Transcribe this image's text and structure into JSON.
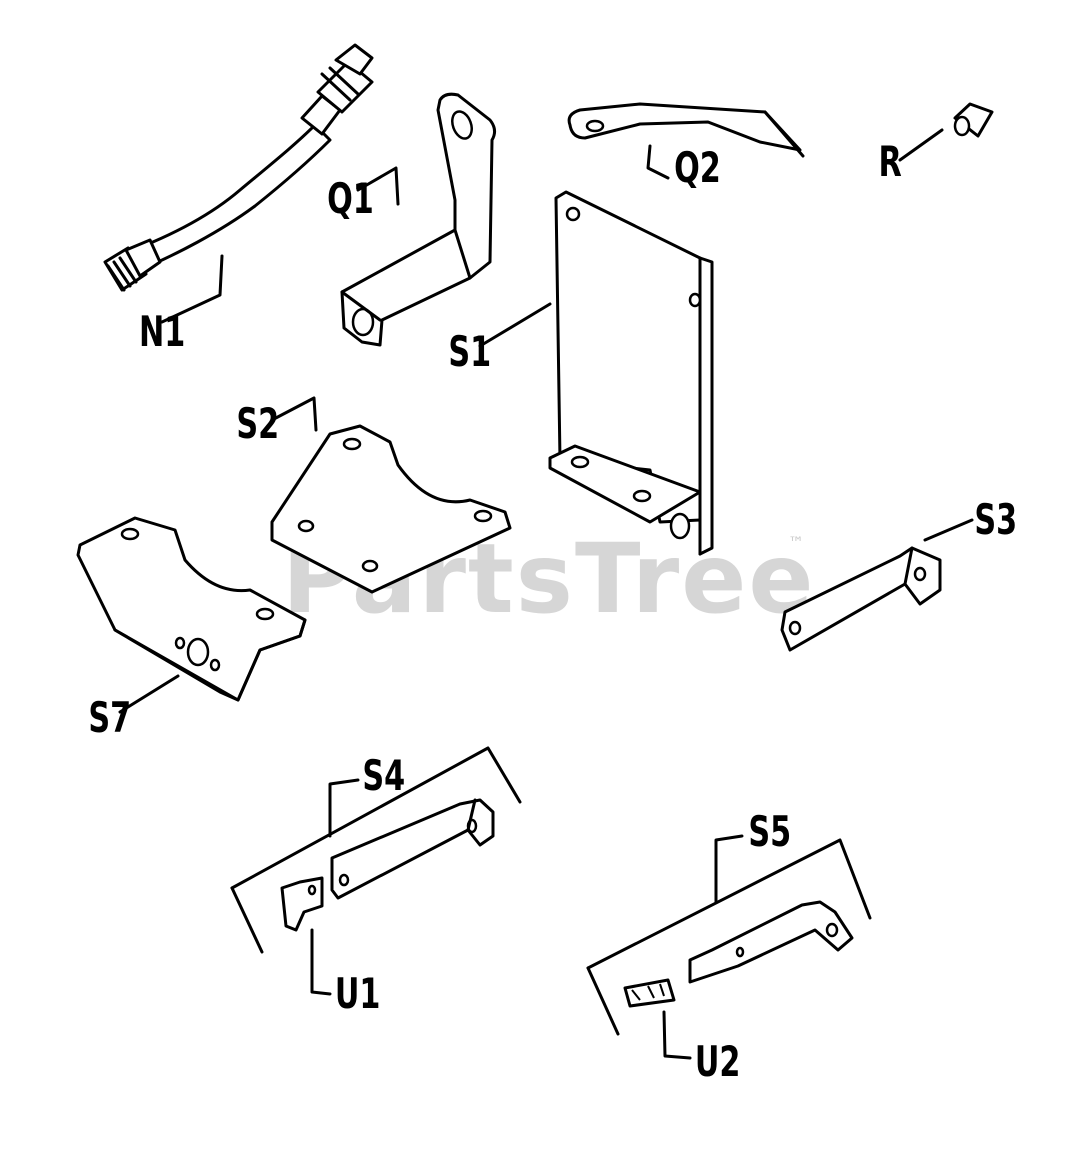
{
  "diagram": {
    "watermark": "PartsTree",
    "trademark": "™",
    "labels": {
      "N1": "N1",
      "Q1": "Q1",
      "Q2": "Q2",
      "R": "R",
      "S1": "S1",
      "S2": "S2",
      "S3": "S3",
      "S4": "S4",
      "S5": "S5",
      "S7": "S7",
      "U1": "U1",
      "U2": "U2"
    }
  }
}
